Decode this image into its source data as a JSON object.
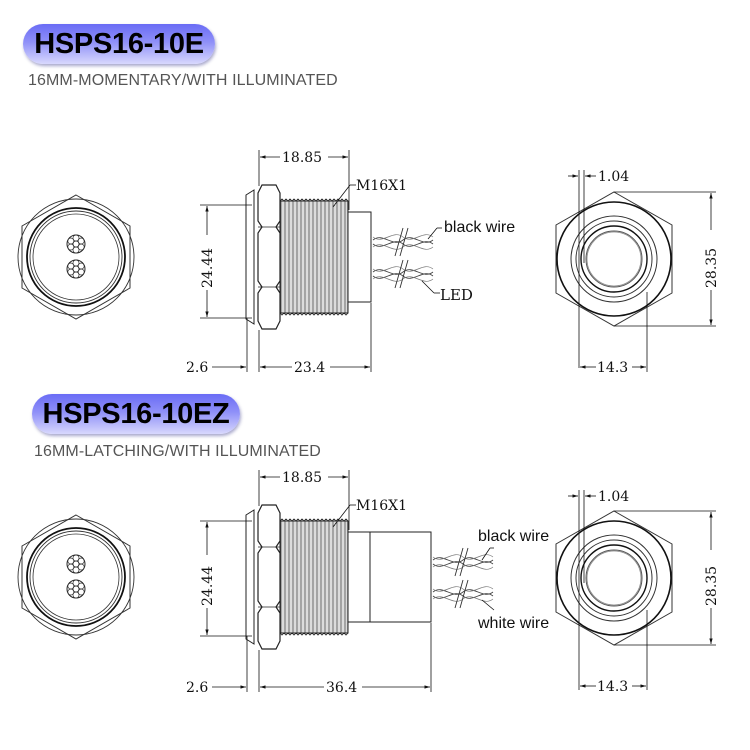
{
  "sections": [
    {
      "model": "HSPS16-10E",
      "description": "16MM-MOMENTARY/WITH ILLUMINATED",
      "dimensions": {
        "thread_length": "18.85",
        "thread_spec": "M16X1",
        "height": "24.44",
        "flange_thickness": "2.6",
        "body_length": "23.4",
        "ring_width": "1.04",
        "hex_height": "28.35",
        "inner_diameter": "14.3"
      },
      "wire_labels": [
        "black wire",
        "LED"
      ]
    },
    {
      "model": "HSPS16-10EZ",
      "description": "16MM-LATCHING/WITH ILLUMINATED",
      "dimensions": {
        "thread_length": "18.85",
        "thread_spec": "M16X1",
        "height": "24.44",
        "flange_thickness": "2.6",
        "body_length": "36.4",
        "ring_width": "1.04",
        "hex_height": "28.35",
        "inner_diameter": "14.3"
      },
      "wire_labels": [
        "black wire",
        "white wire"
      ]
    }
  ],
  "colors": {
    "badge_top": "#6a6cf5",
    "badge_bottom": "#d8d8fd",
    "line": "#111111",
    "subtitle": "#555555"
  }
}
